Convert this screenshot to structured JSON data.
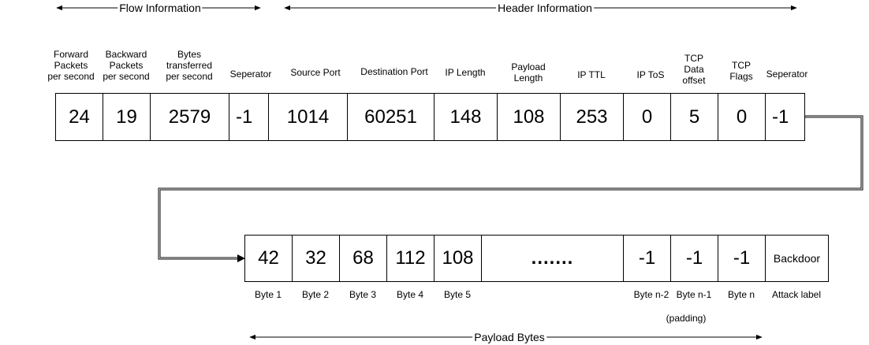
{
  "brackets": {
    "flow": "Flow Information",
    "header": "Header Information",
    "payload": "Payload Bytes"
  },
  "row1": {
    "cells": [
      {
        "label": "Forward\nPackets\nper second",
        "value": "24"
      },
      {
        "label": "Backward\nPackets\nper second",
        "value": "19"
      },
      {
        "label": "Bytes\ntransferred\nper second",
        "value": "2579"
      },
      {
        "label": "Seperator",
        "value": "-1"
      },
      {
        "label": "Source Port",
        "value": "1014"
      },
      {
        "label": "Destination Port",
        "value": "60251"
      },
      {
        "label": "IP Length",
        "value": "148"
      },
      {
        "label": "Payload\nLength",
        "value": "108"
      },
      {
        "label": "IP TTL",
        "value": "253"
      },
      {
        "label": "IP ToS",
        "value": "0"
      },
      {
        "label": "TCP\nData\noffset",
        "value": "5"
      },
      {
        "label": "TCP\nFlags",
        "value": "0"
      },
      {
        "label": "Seperator",
        "value": "-1"
      }
    ]
  },
  "row2": {
    "cells": [
      {
        "label": "Byte 1",
        "value": "42"
      },
      {
        "label": "Byte 2",
        "value": "32"
      },
      {
        "label": "Byte 3",
        "value": "68"
      },
      {
        "label": "Byte 4",
        "value": "112"
      },
      {
        "label": "Byte 5",
        "value": "108"
      },
      {
        "label": "",
        "value": "......."
      },
      {
        "label": "Byte n-2",
        "value": "-1"
      },
      {
        "label": "Byte n-1",
        "value": "-1"
      },
      {
        "label": "Byte n",
        "value": "-1"
      },
      {
        "label": "Attack label",
        "value": "Backdoor"
      }
    ],
    "padding_note": "(padding)"
  },
  "colors": {
    "line": "#000000",
    "background": "#ffffff"
  }
}
